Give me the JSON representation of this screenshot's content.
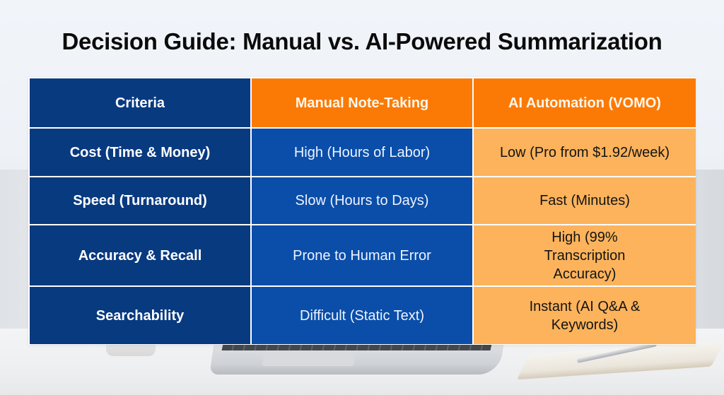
{
  "title": "Decision Guide: Manual vs. AI-Powered Summarization",
  "colors": {
    "criteria_column": "#083a80",
    "header_orange": "#fb7a05",
    "manual_column": "#0a4ea9",
    "ai_column": "#fcb35c",
    "border": "#ffffff"
  },
  "table": {
    "headers": [
      "Criteria",
      "Manual Note-Taking",
      "AI Automation (VOMO)"
    ],
    "rows": [
      {
        "criteria": "Cost (Time & Money)",
        "manual": "High (Hours of Labor)",
        "ai": "Low (Pro from $1.92/week)"
      },
      {
        "criteria": "Speed (Turnaround)",
        "manual": "Slow (Hours to Days)",
        "ai": "Fast (Minutes)"
      },
      {
        "criteria": "Accuracy & Recall",
        "manual": "Prone to Human Error",
        "ai": "High (99% Transcription Accuracy)"
      },
      {
        "criteria": "Searchability",
        "manual": "Difficult (Static Text)",
        "ai": "Instant (AI Q&A & Keywords)"
      }
    ]
  },
  "background": {
    "scene": "desk with laptop, cup and notebook with pen"
  }
}
